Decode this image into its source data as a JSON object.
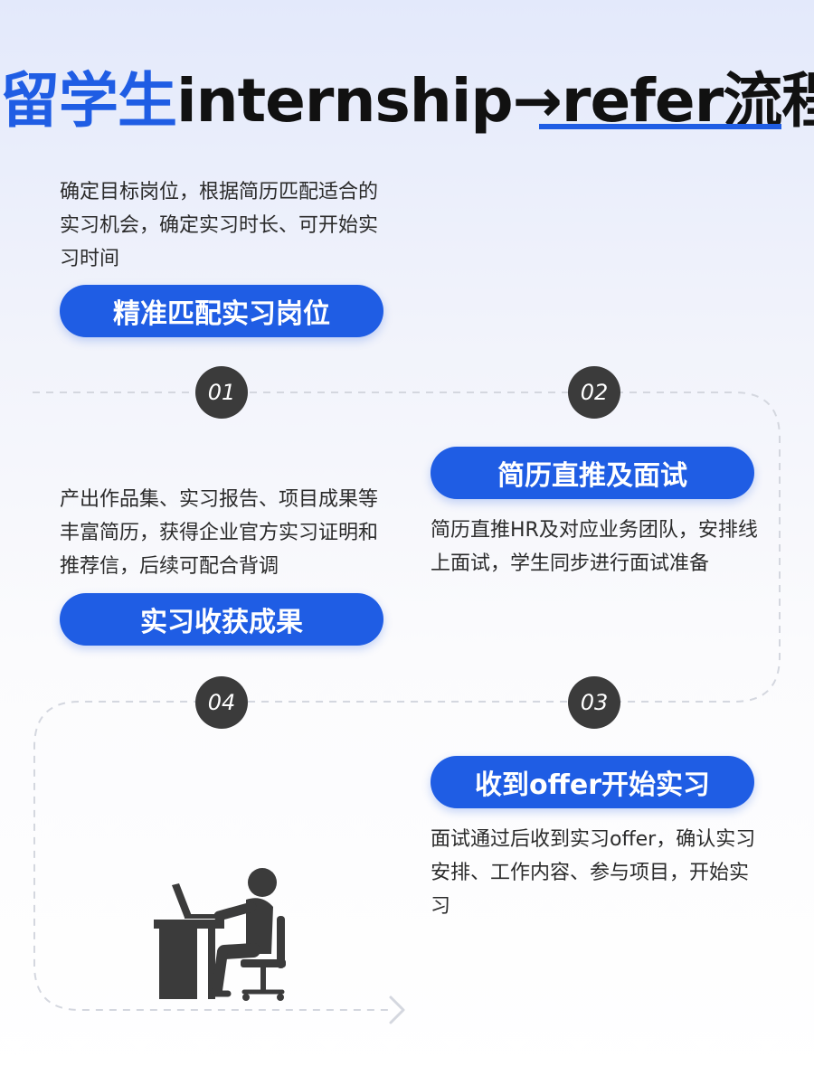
{
  "header": {
    "title_prefix": "留学生",
    "title_mid": "internship→",
    "title_suffix": "refer流程"
  },
  "steps": [
    {
      "number": "01",
      "title": "精准匹配实习岗位",
      "description": "确定目标岗位，根据简历匹配适合的实习机会，确定实习时长、可开始实习时间"
    },
    {
      "number": "02",
      "title": "简历直推及面试",
      "description": "简历直推HR及对应业务团队，安排线上面试，学生同步进行面试准备"
    },
    {
      "number": "03",
      "title": "收到offer开始实习",
      "description": "面试通过后收到实习offer，确认实习安排、工作内容、参与项目，开始实习"
    },
    {
      "number": "04",
      "title": "实习收获成果",
      "description": "产出作品集、实习报告、项目成果等丰富简历，获得企业官方实习证明和推荐信，后续可配合背调"
    }
  ],
  "icons": {
    "worker": "person-at-desk-icon",
    "arrow": "chevron-right-icon"
  },
  "colors": {
    "accent": "#1f5de4",
    "circle": "#3b3b3b",
    "dash": "#d4d7df"
  }
}
